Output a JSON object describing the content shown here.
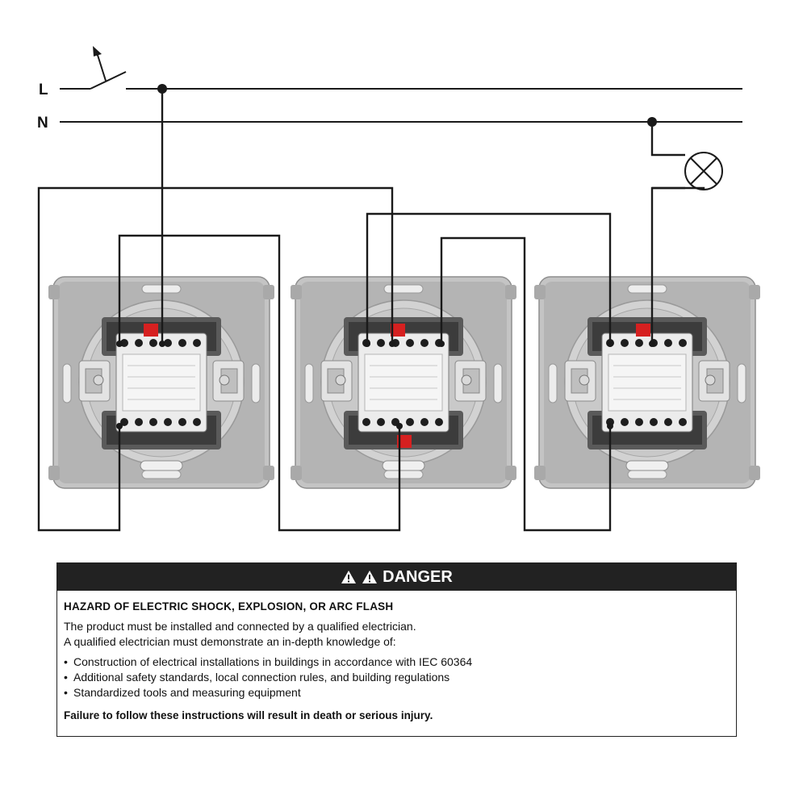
{
  "lines": {
    "L": "L",
    "N": "N"
  },
  "danger": {
    "header": "DANGER",
    "title": "HAZARD OF ELECTRIC SHOCK, EXPLOSION, OR ARC FLASH",
    "intro_1": "The product must be installed and connected by a qualified electrician.",
    "intro_2": "A qualified electrician must demonstrate an in-depth knowledge of:",
    "bullets": [
      "Construction of electrical installations in buildings in accordance with IEC 60364",
      "Additional safety standards, local connection rules, and building regulations",
      "Standardized tools and measuring equipment"
    ],
    "footer": "Failure to follow these instructions will result in death or serious injury."
  },
  "icons": {
    "switch": "switch-symbol-icon",
    "lamp": "lamp-icon",
    "warning": "warning-triangle-icon"
  },
  "colors": {
    "wire": "#1a1a1a",
    "terminal_red": "#d62020",
    "module_metal": "#bdbdbd",
    "module_body": "#e6e6e6",
    "danger_bar": "#222222"
  }
}
